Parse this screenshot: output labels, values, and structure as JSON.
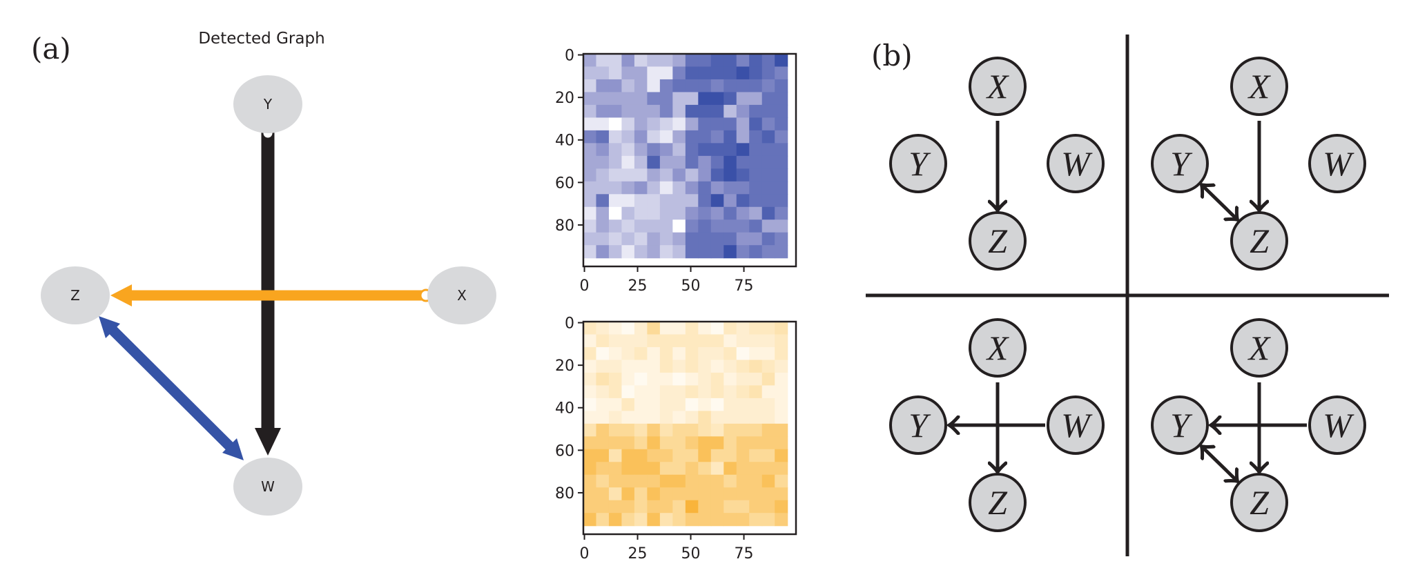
{
  "panel_a": {
    "label": "(a)",
    "title": "Detected Graph",
    "nodes": {
      "Y": "Y",
      "Z": "Z",
      "X": "X",
      "W": "W"
    },
    "edges": [
      {
        "from": "Y",
        "to": "W",
        "type": "circle-arrow",
        "color": "#231f20"
      },
      {
        "from": "X",
        "to": "Z",
        "type": "circle-arrow",
        "color": "#f9a51f"
      },
      {
        "from": "Z",
        "to": "W",
        "type": "bidirected",
        "color": "#3553a6"
      }
    ],
    "node_color": "#d8d9db"
  },
  "chart_data": [
    {
      "type": "heatmap",
      "name": "blue-heatmap",
      "colormap": [
        "#ffffff",
        "#9a9dd0",
        "#3a50a8"
      ],
      "xticks": [
        "0",
        "25",
        "50",
        "75"
      ],
      "yticks": [
        "0",
        "20",
        "40",
        "60",
        "80"
      ],
      "xlim": [
        -0.5,
        99.5
      ],
      "ylim": [
        99.5,
        -0.5
      ],
      "cell_size": 6,
      "vmax": 9,
      "values": [
        [
          4,
          2,
          2,
          5,
          2,
          3,
          3,
          4,
          7,
          7,
          8,
          8,
          6,
          8,
          7,
          9
        ],
        [
          3,
          3,
          2,
          4,
          4,
          1,
          1,
          6,
          8,
          8,
          8,
          8,
          9,
          8,
          7,
          6
        ],
        [
          2,
          5,
          5,
          3,
          4,
          1,
          6,
          7,
          7,
          7,
          6,
          7,
          7,
          7,
          6,
          7
        ],
        [
          4,
          4,
          4,
          4,
          4,
          6,
          6,
          3,
          3,
          9,
          9,
          8,
          4,
          4,
          7,
          7
        ],
        [
          3,
          5,
          5,
          4,
          4,
          4,
          6,
          3,
          8,
          8,
          8,
          3,
          5,
          7,
          7,
          7
        ],
        [
          1,
          1,
          0,
          2,
          4,
          3,
          2,
          1,
          4,
          7,
          7,
          7,
          4,
          8,
          6,
          7
        ],
        [
          6,
          7,
          2,
          3,
          5,
          2,
          1,
          4,
          7,
          7,
          6,
          8,
          4,
          7,
          8,
          6
        ],
        [
          4,
          5,
          3,
          2,
          4,
          6,
          5,
          3,
          7,
          8,
          8,
          8,
          9,
          7,
          7,
          7
        ],
        [
          4,
          4,
          3,
          1,
          3,
          8,
          4,
          4,
          7,
          5,
          7,
          9,
          7,
          7,
          7,
          7
        ],
        [
          4,
          3,
          2,
          2,
          2,
          4,
          3,
          5,
          3,
          5,
          8,
          9,
          8,
          7,
          7,
          7
        ],
        [
          3,
          3,
          3,
          4,
          5,
          3,
          1,
          3,
          5,
          7,
          5,
          6,
          6,
          7,
          7,
          7
        ],
        [
          3,
          7,
          1,
          1,
          2,
          2,
          3,
          3,
          3,
          7,
          9,
          5,
          8,
          7,
          7,
          7
        ],
        [
          1,
          4,
          0,
          3,
          2,
          2,
          3,
          3,
          5,
          6,
          5,
          7,
          5,
          4,
          8,
          6
        ],
        [
          2,
          4,
          3,
          2,
          3,
          3,
          3,
          0,
          6,
          7,
          6,
          6,
          6,
          7,
          4,
          4
        ],
        [
          3,
          3,
          2,
          3,
          2,
          4,
          3,
          4,
          7,
          7,
          7,
          7,
          5,
          5,
          7,
          6
        ],
        [
          2,
          5,
          3,
          1,
          3,
          4,
          2,
          3,
          7,
          7,
          7,
          9,
          6,
          7,
          6,
          6
        ]
      ]
    },
    {
      "type": "heatmap",
      "name": "orange-heatmap",
      "colormap": [
        "#fffaf0",
        "#fde0a8",
        "#f8a81c"
      ],
      "xticks": [
        "0",
        "25",
        "50",
        "75"
      ],
      "yticks": [
        "0",
        "20",
        "40",
        "60",
        "80"
      ],
      "xlim": [
        -0.5,
        99.5
      ],
      "ylim": [
        99.5,
        -0.5
      ],
      "cell_size": 6,
      "vmax": 9,
      "values": [
        [
          3,
          2,
          1,
          0,
          2,
          5,
          1,
          1,
          3,
          1,
          0,
          3,
          2,
          3,
          3,
          4
        ],
        [
          1,
          3,
          2,
          2,
          2,
          3,
          3,
          3,
          3,
          3,
          3,
          1,
          2,
          2,
          2,
          3
        ],
        [
          3,
          0,
          1,
          2,
          3,
          1,
          3,
          1,
          3,
          2,
          2,
          3,
          0,
          1,
          1,
          3
        ],
        [
          1,
          2,
          2,
          1,
          1,
          1,
          3,
          2,
          3,
          2,
          1,
          2,
          3,
          4,
          3,
          2
        ],
        [
          2,
          4,
          3,
          1,
          0,
          1,
          1,
          0,
          1,
          2,
          3,
          1,
          2,
          2,
          4,
          1
        ],
        [
          1,
          2,
          3,
          0,
          1,
          1,
          2,
          2,
          3,
          2,
          3,
          2,
          3,
          4,
          1,
          1
        ],
        [
          0,
          1,
          1,
          3,
          1,
          1,
          2,
          2,
          0,
          1,
          0,
          2,
          2,
          2,
          2,
          1
        ],
        [
          1,
          1,
          2,
          1,
          1,
          1,
          2,
          1,
          2,
          4,
          2,
          2,
          2,
          2,
          2,
          1
        ],
        [
          4,
          6,
          5,
          5,
          4,
          6,
          4,
          5,
          5,
          4,
          3,
          5,
          5,
          5,
          6,
          6
        ],
        [
          6,
          6,
          6,
          6,
          5,
          7,
          5,
          5,
          6,
          7,
          7,
          5,
          6,
          6,
          6,
          6
        ],
        [
          7,
          7,
          4,
          7,
          7,
          6,
          6,
          5,
          5,
          7,
          5,
          5,
          6,
          5,
          5,
          7
        ],
        [
          7,
          6,
          6,
          7,
          7,
          7,
          5,
          5,
          6,
          5,
          3,
          7,
          6,
          6,
          6,
          6
        ],
        [
          6,
          5,
          6,
          6,
          6,
          6,
          7,
          7,
          6,
          6,
          6,
          5,
          6,
          6,
          7,
          5
        ],
        [
          6,
          6,
          4,
          7,
          5,
          7,
          6,
          6,
          6,
          6,
          6,
          6,
          6,
          6,
          6,
          6
        ],
        [
          6,
          6,
          6,
          6,
          5,
          6,
          6,
          5,
          8,
          6,
          6,
          5,
          5,
          6,
          6,
          7
        ],
        [
          7,
          5,
          7,
          5,
          4,
          7,
          4,
          5,
          6,
          6,
          6,
          6,
          6,
          5,
          5,
          6
        ]
      ]
    }
  ],
  "panel_b": {
    "label": "(b)",
    "node_color": "#d3d4d6",
    "quadrants": [
      {
        "name": "top-left",
        "nodes": {
          "X": "X",
          "Y": "Y",
          "W": "W",
          "Z": "Z"
        },
        "edges": [
          [
            "X",
            "Z",
            "directed"
          ]
        ]
      },
      {
        "name": "top-right",
        "nodes": {
          "X": "X",
          "Y": "Y",
          "W": "W",
          "Z": "Z"
        },
        "edges": [
          [
            "X",
            "Z",
            "directed"
          ],
          [
            "Y",
            "Z",
            "bidirected"
          ]
        ]
      },
      {
        "name": "bottom-left",
        "nodes": {
          "X": "X",
          "Y": "Y",
          "W": "W",
          "Z": "Z"
        },
        "edges": [
          [
            "X",
            "Z",
            "directed"
          ],
          [
            "W",
            "Y",
            "directed"
          ]
        ]
      },
      {
        "name": "bottom-right",
        "nodes": {
          "X": "X",
          "Y": "Y",
          "W": "W",
          "Z": "Z"
        },
        "edges": [
          [
            "X",
            "Z",
            "directed"
          ],
          [
            "W",
            "Y",
            "directed"
          ],
          [
            "Y",
            "Z",
            "bidirected"
          ]
        ]
      }
    ]
  }
}
